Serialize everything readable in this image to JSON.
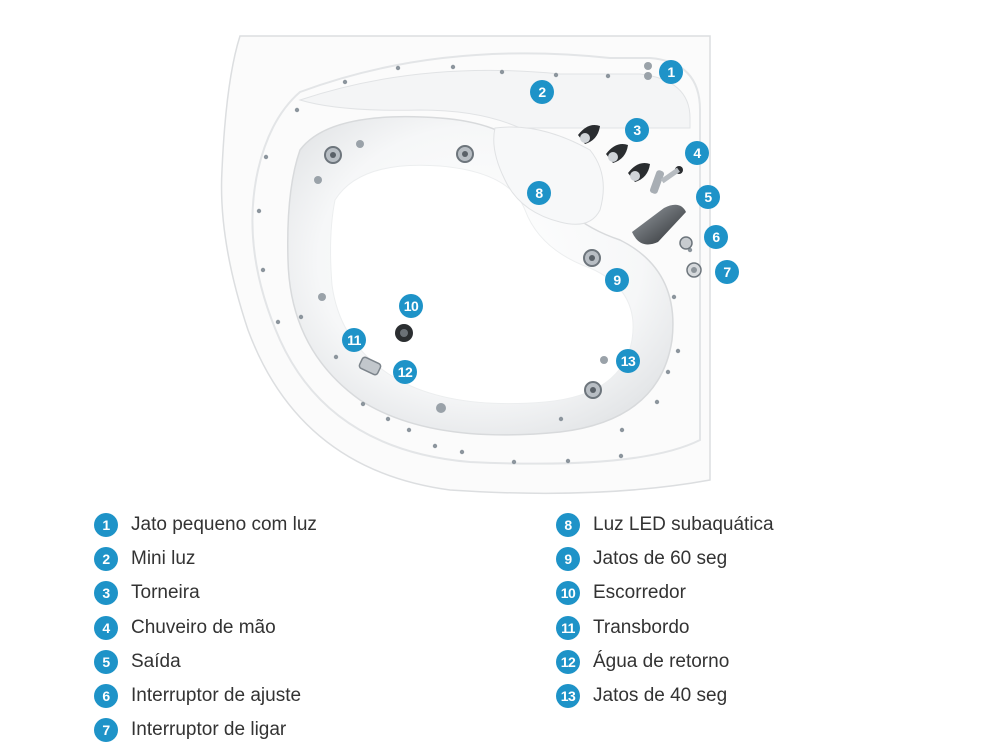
{
  "colors": {
    "accent": "#1e93c8",
    "label_text": "#333333"
  },
  "callouts": [
    "1",
    "2",
    "3",
    "4",
    "5",
    "6",
    "7",
    "8",
    "9",
    "10",
    "11",
    "12",
    "13"
  ],
  "legend": {
    "items": [
      {
        "number": "1",
        "label": "Jato pequeno com luz"
      },
      {
        "number": "2",
        "label": "Mini luz"
      },
      {
        "number": "3",
        "label": "Torneira"
      },
      {
        "number": "4",
        "label": "Chuveiro de mão"
      },
      {
        "number": "5",
        "label": "Saída"
      },
      {
        "number": "6",
        "label": "Interruptor de ajuste"
      },
      {
        "number": "7",
        "label": "Interruptor de ligar"
      },
      {
        "number": "8",
        "label": "Luz LED subaquática"
      },
      {
        "number": "9",
        "label": "Jatos de 60 seg"
      },
      {
        "number": "10",
        "label": "Escorredor"
      },
      {
        "number": "11",
        "label": "Transbordo"
      },
      {
        "number": "12",
        "label": "Água de retorno"
      },
      {
        "number": "13",
        "label": "Jatos de 40 seg"
      }
    ]
  }
}
